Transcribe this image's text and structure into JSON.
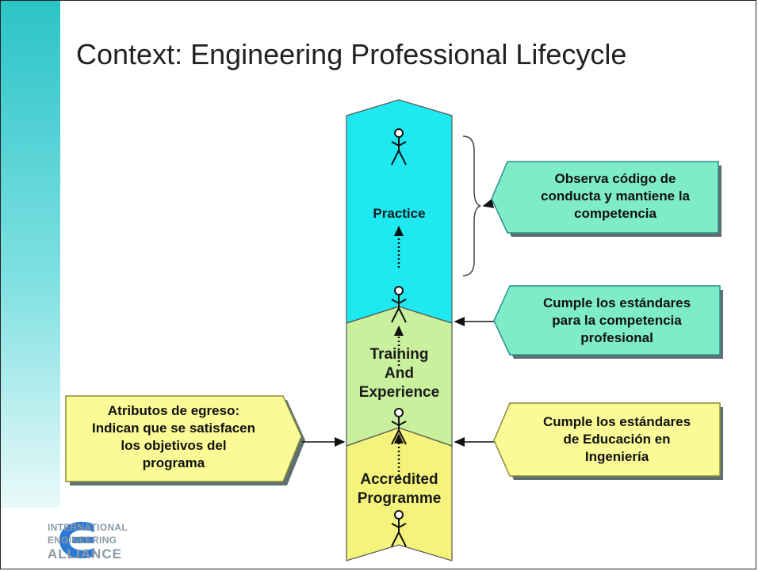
{
  "slide": {
    "title": "Context: Engineering Professional Lifecycle"
  },
  "stages": {
    "practice": "Practice",
    "training_line1": "Training",
    "training_line2": "And",
    "training_line3": "Experience",
    "accredited_line1": "Accredited",
    "accredited_line2": "Programme"
  },
  "callouts": {
    "practice": [
      "Observa código de",
      "conducta y mantiene la",
      "competencia"
    ],
    "training": [
      "Cumple los estándares",
      "para la competencia",
      "profesional"
    ],
    "education": [
      "Cumple los estándares",
      "de Educación en",
      "Ingeniería"
    ],
    "attributes": [
      "Atributos de egreso:",
      "Indican que se satisfacen",
      "los objetivos del",
      "programa"
    ]
  },
  "logo": {
    "line1": "INTERNATIONAL",
    "line2": "ENGINEERING",
    "line3": "ALLIANCE"
  },
  "colors": {
    "practice": "#1ee8f0",
    "training": "#c9f09c",
    "accredited": "#f4f47c",
    "callout_green": "#7eecc6",
    "callout_yellow": "#fafa96",
    "logo_blue": "#2b7bd6"
  }
}
